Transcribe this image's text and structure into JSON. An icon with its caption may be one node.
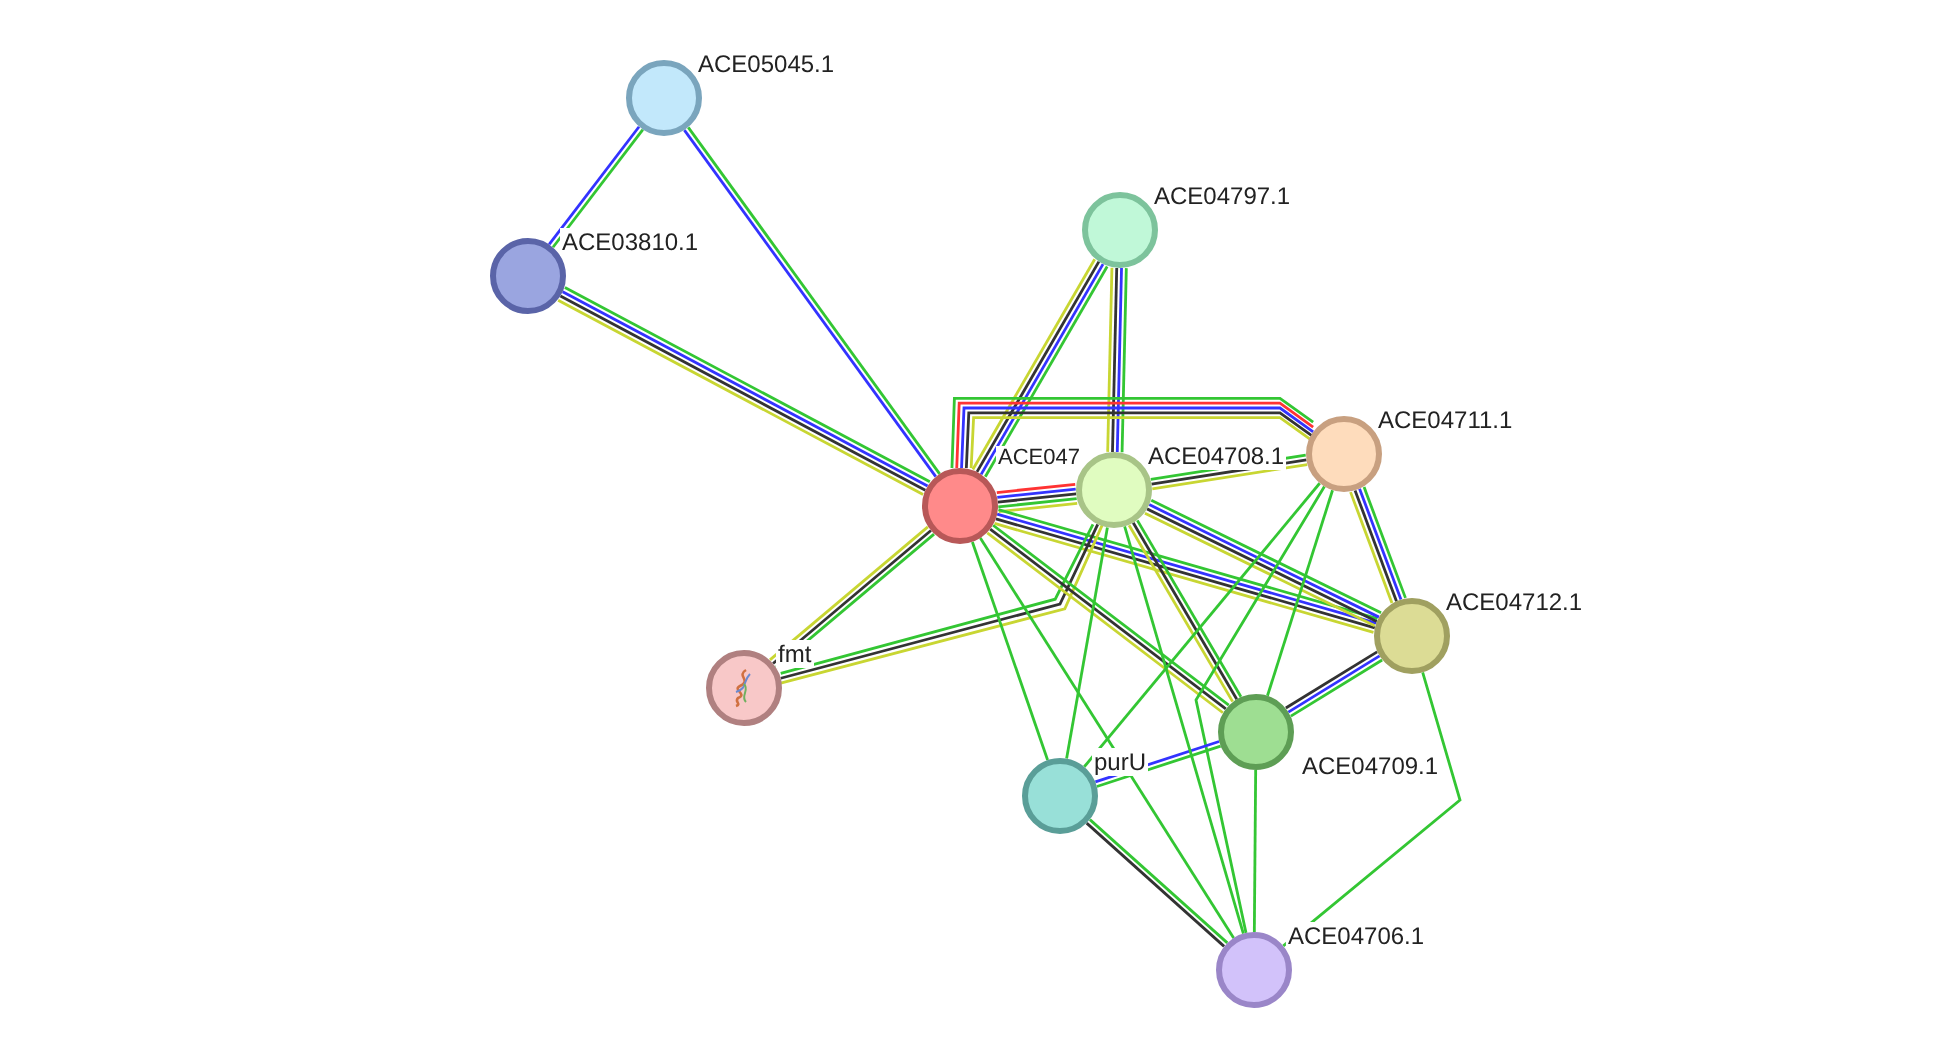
{
  "diagram": {
    "nodes": [
      {
        "text": [
          "ACE05045.1"
        ]
      },
      {
        "text": [
          "ACE03810.1"
        ]
      },
      {
        "text": [
          "ACE04797.1"
        ]
      },
      {
        "text": [
          "ACE047"
        ]
      },
      {
        "text": [
          "ACE04708.1"
        ]
      },
      {
        "text": [
          "ACE04711.1"
        ]
      },
      {
        "text": [
          "ACE04712.1"
        ]
      },
      {
        "text": [
          "fmt"
        ]
      },
      {
        "text": [
          "ACE04709.1"
        ]
      },
      {
        "text": [
          "purU"
        ]
      },
      {
        "text": [
          "ACE04706.1"
        ]
      }
    ],
    "edges": [
      {
        "from": 0,
        "to": 1,
        "arrow": "none"
      },
      {
        "from": 0,
        "to": 1,
        "arrow": "none",
        "color": "#3333ff"
      },
      {
        "from": 0,
        "to": 3,
        "arrow": "none"
      },
      {
        "from": 0,
        "to": 3,
        "arrow": "none",
        "color": "#3333ff"
      },
      {
        "from": 1,
        "to": 3,
        "arrow": "none"
      },
      {
        "from": 1,
        "to": 3,
        "arrow": "none",
        "color": "#3333ff"
      },
      {
        "from": 1,
        "to": 3,
        "arrow": "none",
        "color": "#333333"
      },
      {
        "from": 1,
        "to": 3,
        "arrow": "none",
        "color": "#c8d632"
      },
      {
        "from": 2,
        "to": 3,
        "arrow": "none"
      },
      {
        "from": 2,
        "to": 3,
        "arrow": "none",
        "color": "#3333ff"
      },
      {
        "from": 2,
        "to": 3,
        "arrow": "none",
        "color": "#333333"
      },
      {
        "from": 2,
        "to": 3,
        "arrow": "none",
        "color": "#c8d632"
      },
      {
        "from": 2,
        "to": 4,
        "arrow": "none"
      },
      {
        "from": 2,
        "to": 4,
        "arrow": "none",
        "color": "#3333ff"
      },
      {
        "from": 2,
        "to": 4,
        "arrow": "none",
        "color": "#333333"
      },
      {
        "from": 2,
        "to": 4,
        "arrow": "none",
        "color": "#c8d632"
      },
      {
        "from": 3,
        "to": 4,
        "arrow": "none",
        "color": "#ff3333"
      },
      {
        "from": 3,
        "to": 4,
        "arrow": "none",
        "color": "#3333ff"
      },
      {
        "from": 3,
        "to": 4,
        "arrow": "none",
        "color": "#333333"
      },
      {
        "from": 3,
        "to": 4,
        "arrow": "none"
      },
      {
        "from": 3,
        "to": 4,
        "arrow": "none",
        "color": "#c8d632"
      },
      {
        "from": 3,
        "to": 5,
        "arrow": "none"
      },
      {
        "from": 3,
        "to": 5,
        "arrow": "none",
        "color": "#ff3333"
      },
      {
        "from": 3,
        "to": 5,
        "arrow": "none",
        "color": "#3333ff"
      },
      {
        "from": 3,
        "to": 5,
        "arrow": "none",
        "color": "#333333"
      },
      {
        "from": 3,
        "to": 5,
        "arrow": "none",
        "color": "#c8d632"
      },
      {
        "from": 4,
        "to": 5,
        "arrow": "none"
      },
      {
        "from": 4,
        "to": 5,
        "arrow": "none",
        "color": "#333333"
      },
      {
        "from": 4,
        "to": 5,
        "arrow": "none",
        "color": "#c8d632"
      },
      {
        "from": 3,
        "to": 6,
        "arrow": "none"
      },
      {
        "from": 3,
        "to": 6,
        "arrow": "none",
        "color": "#3333ff"
      },
      {
        "from": 3,
        "to": 6,
        "arrow": "none",
        "color": "#333333"
      },
      {
        "from": 3,
        "to": 6,
        "arrow": "none",
        "color": "#c8d632"
      },
      {
        "from": 4,
        "to": 6,
        "arrow": "none"
      },
      {
        "from": 4,
        "to": 6,
        "arrow": "none",
        "color": "#3333ff"
      },
      {
        "from": 4,
        "to": 6,
        "arrow": "none",
        "color": "#333333"
      },
      {
        "from": 4,
        "to": 6,
        "arrow": "none",
        "color": "#c8d632"
      },
      {
        "from": 5,
        "to": 6,
        "arrow": "none"
      },
      {
        "from": 5,
        "to": 6,
        "arrow": "none",
        "color": "#3333ff"
      },
      {
        "from": 5,
        "to": 6,
        "arrow": "none",
        "color": "#333333"
      },
      {
        "from": 5,
        "to": 6,
        "arrow": "none",
        "color": "#c8d632"
      },
      {
        "from": 3,
        "to": 7,
        "arrow": "none"
      },
      {
        "from": 3,
        "to": 7,
        "arrow": "none",
        "color": "#333333"
      },
      {
        "from": 3,
        "to": 7,
        "arrow": "none",
        "color": "#c8d632"
      },
      {
        "from": 4,
        "to": 7,
        "arrow": "none"
      },
      {
        "from": 4,
        "to": 7,
        "arrow": "none",
        "color": "#333333"
      },
      {
        "from": 4,
        "to": 7,
        "arrow": "none",
        "color": "#c8d632"
      },
      {
        "from": 3,
        "to": 8,
        "arrow": "none"
      },
      {
        "from": 3,
        "to": 8,
        "arrow": "none",
        "color": "#333333"
      },
      {
        "from": 3,
        "to": 8,
        "arrow": "none",
        "color": "#c8d632"
      },
      {
        "from": 4,
        "to": 8,
        "arrow": "none"
      },
      {
        "from": 4,
        "to": 8,
        "arrow": "none",
        "color": "#333333"
      },
      {
        "from": 4,
        "to": 8,
        "arrow": "none",
        "color": "#c8d632"
      },
      {
        "from": 6,
        "to": 8,
        "arrow": "none"
      },
      {
        "from": 6,
        "to": 8,
        "arrow": "none",
        "color": "#3333ff"
      },
      {
        "from": 6,
        "to": 8,
        "arrow": "none",
        "color": "#333333"
      },
      {
        "from": 5,
        "to": 8,
        "arrow": "none"
      },
      {
        "from": 5,
        "to": 9,
        "arrow": "none"
      },
      {
        "from": 5,
        "to": 10,
        "arrow": "none"
      },
      {
        "from": 6,
        "to": 10,
        "arrow": "none"
      },
      {
        "from": 8,
        "to": 9,
        "arrow": "none"
      },
      {
        "from": 8,
        "to": 9,
        "arrow": "none",
        "color": "#3333ff"
      },
      {
        "from": 8,
        "to": 10,
        "arrow": "none"
      },
      {
        "from": 9,
        "to": 10,
        "arrow": "none"
      },
      {
        "from": 9,
        "to": 10,
        "arrow": "none",
        "color": "#333333"
      },
      {
        "from": 3,
        "to": 9,
        "arrow": "none"
      },
      {
        "from": 3,
        "to": 10,
        "arrow": "none"
      },
      {
        "from": 4,
        "to": 9,
        "arrow": "none"
      },
      {
        "from": 4,
        "to": 10,
        "arrow": "none"
      }
    ]
  }
}
